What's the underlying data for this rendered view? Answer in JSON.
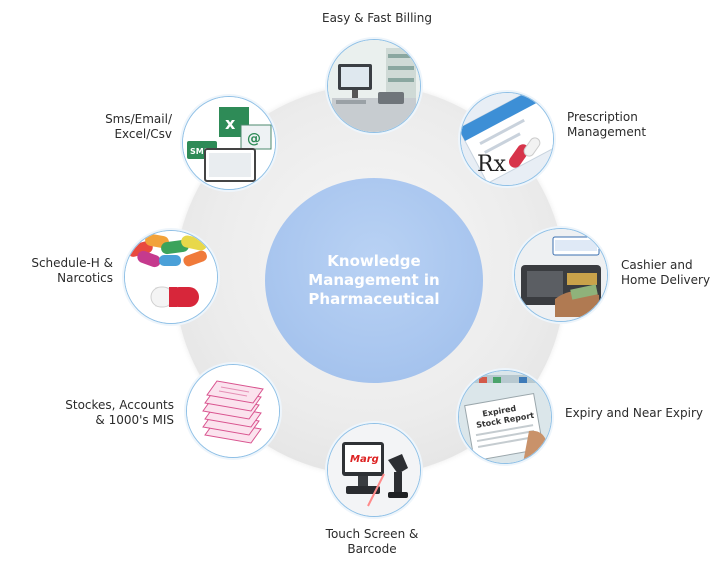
{
  "center": {
    "title": "Knowledge Management in Pharmaceutical"
  },
  "nodes": [
    {
      "label": "Easy & Fast Billing",
      "icon": "billing-desk-icon"
    },
    {
      "label": "Prescription Management",
      "icon": "prescription-icon"
    },
    {
      "label": "Cashier and Home Delivery",
      "icon": "cashier-icon"
    },
    {
      "label": "Expiry and Near Expiry",
      "icon": "expiry-report-icon"
    },
    {
      "label": "Touch Screen & Barcode",
      "icon": "touch-screen-icon"
    },
    {
      "label": "Stockes, Accounts & 1000's MIS",
      "icon": "paper-stack-icon"
    },
    {
      "label": "Schedule-H & Narcotics",
      "icon": "capsules-icon"
    },
    {
      "label": "Sms/Email/ Excel/Csv",
      "icon": "sms-email-icon"
    }
  ],
  "colors": {
    "center_fill": "#a9c6ef",
    "ring_fill": "#ececec",
    "node_border": "#8fc0e6",
    "label_text": "#2b2b2b"
  }
}
